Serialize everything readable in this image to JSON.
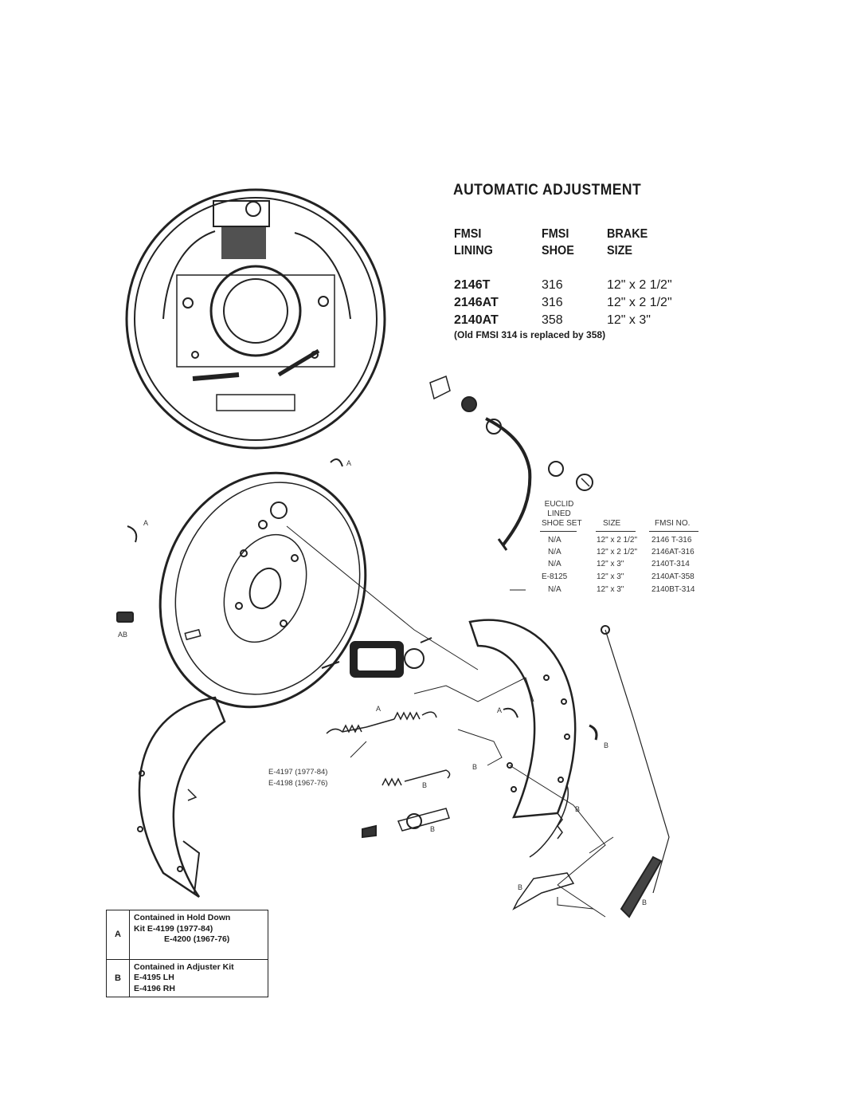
{
  "title": "AUTOMATIC ADJUSTMENT",
  "spec_table": {
    "headers": [
      {
        "line1": "FMSI",
        "line2": "LINING"
      },
      {
        "line1": "FMSI",
        "line2": "SHOE"
      },
      {
        "line1": "BRAKE",
        "line2": "SIZE"
      }
    ],
    "rows": [
      {
        "lining": "2146T",
        "shoe": "316",
        "size": "12\" x 2 1/2\""
      },
      {
        "lining": "2146AT",
        "shoe": "316",
        "size": "12\" x 2 1/2\""
      },
      {
        "lining": "2140AT",
        "shoe": "358",
        "size": "12\" x 3\""
      }
    ],
    "note": "(Old FMSI 314 is replaced by 358)"
  },
  "shoe_table": {
    "headers": [
      "EUCLID",
      "LINED",
      "SHOE SET",
      "SIZE",
      "FMSI NO."
    ],
    "rows": [
      {
        "shoe_set": "N/A",
        "size": "12\" x 2 1/2\"",
        "fmsi": "2146 T-316"
      },
      {
        "shoe_set": "N/A",
        "size": "12\" x 2 1/2\"",
        "fmsi": "2146AT-316"
      },
      {
        "shoe_set": "N/A",
        "size": "12\" x 3\"",
        "fmsi": "2140T-314"
      },
      {
        "shoe_set": "E-8125",
        "size": "12\" x 3\"",
        "fmsi": "2140AT-358"
      },
      {
        "shoe_set": "N/A",
        "size": "12\" x 3\"",
        "fmsi": "2140BT-314"
      }
    ]
  },
  "callouts": {
    "a": "A",
    "b": "B",
    "ab": "AB",
    "spring_kit_1": "E-4197 (1977-84)",
    "spring_kit_2": "E-4198 (1967-76)"
  },
  "legend": {
    "rows": [
      {
        "key": "A",
        "lines": [
          "Contained in Hold Down",
          "Kit   E-4199 (1977-84)",
          "E-4200 (1967-76)"
        ]
      },
      {
        "key": "B",
        "lines": [
          "Contained in Adjuster Kit",
          "E-4195 LH",
          "E-4196 RH"
        ]
      }
    ]
  }
}
